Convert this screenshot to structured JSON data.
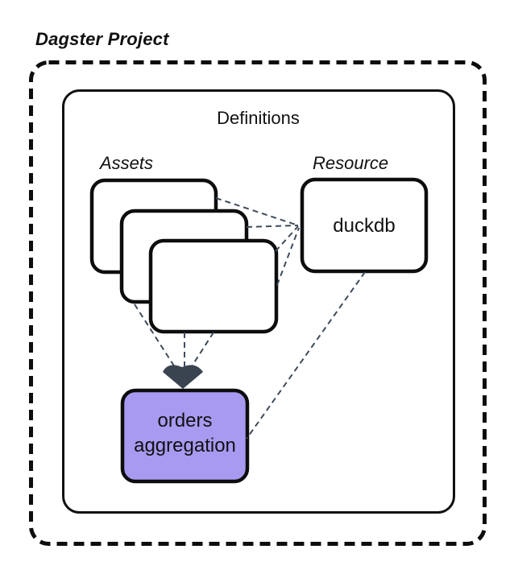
{
  "title": {
    "text": "Dagster Project"
  },
  "definitions": {
    "label": "Definitions"
  },
  "groups": {
    "assets": {
      "label": "Assets",
      "stack_count": 3
    },
    "resource": {
      "label": "Resource"
    }
  },
  "nodes": {
    "duckdb": {
      "label": "duckdb"
    },
    "orders_aggregation": {
      "label_line1": "orders",
      "label_line2": "aggregation"
    }
  },
  "edges": [
    {
      "from": "assets",
      "to": "duckdb",
      "style": "dashed",
      "lines": 4
    },
    {
      "from": "assets",
      "to": "orders_aggregation",
      "style": "dashed-arrow",
      "lines": 3
    },
    {
      "from": "duckdb",
      "to": "orders_aggregation",
      "style": "dashed",
      "lines": 1
    }
  ],
  "colors": {
    "node_purple": "#a89af1",
    "edge_slate": "#3f4b59",
    "arrowhead": "#3a4350",
    "border_black": "#0d0d0d"
  }
}
